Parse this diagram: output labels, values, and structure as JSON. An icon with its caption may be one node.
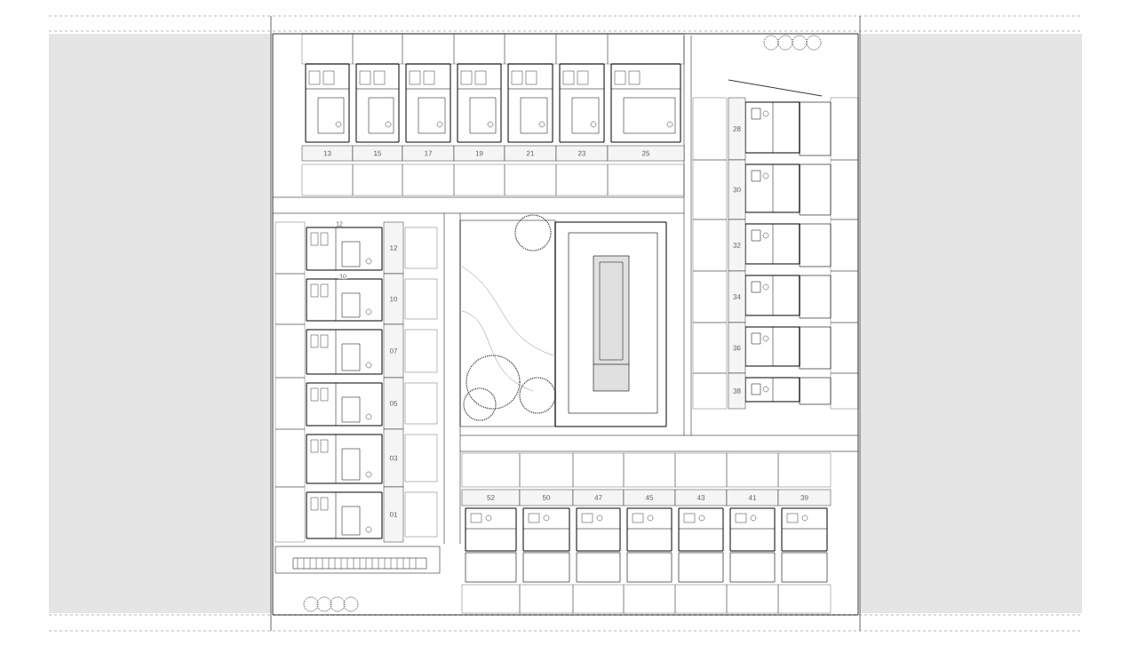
{
  "diagram": {
    "nodes": [
      {
        "text": [
          "13"
        ]
      },
      {
        "text": [
          "15"
        ]
      },
      {
        "text": [
          "17"
        ]
      },
      {
        "text": [
          "19"
        ]
      },
      {
        "text": [
          "21"
        ]
      },
      {
        "text": [
          "23"
        ]
      },
      {
        "text": [
          "25"
        ]
      },
      {
        "text": [
          "28"
        ]
      },
      {
        "text": [
          "30"
        ]
      },
      {
        "text": [
          "32"
        ]
      },
      {
        "text": [
          "34"
        ]
      },
      {
        "text": [
          "36"
        ]
      },
      {
        "text": [
          "38"
        ]
      },
      {
        "text": [
          "12"
        ]
      },
      {
        "text": [
          "10"
        ]
      },
      {
        "text": [
          "07"
        ]
      },
      {
        "text": [
          "05"
        ]
      },
      {
        "text": [
          "03"
        ]
      },
      {
        "text": [
          "01"
        ]
      },
      {
        "text": [
          "52"
        ]
      },
      {
        "text": [
          "50"
        ]
      },
      {
        "text": [
          "47"
        ]
      },
      {
        "text": [
          "45"
        ]
      },
      {
        "text": [
          "43"
        ]
      },
      {
        "text": [
          "41"
        ]
      },
      {
        "text": [
          "39"
        ]
      }
    ],
    "labels": [
      "12",
      "10"
    ]
  }
}
